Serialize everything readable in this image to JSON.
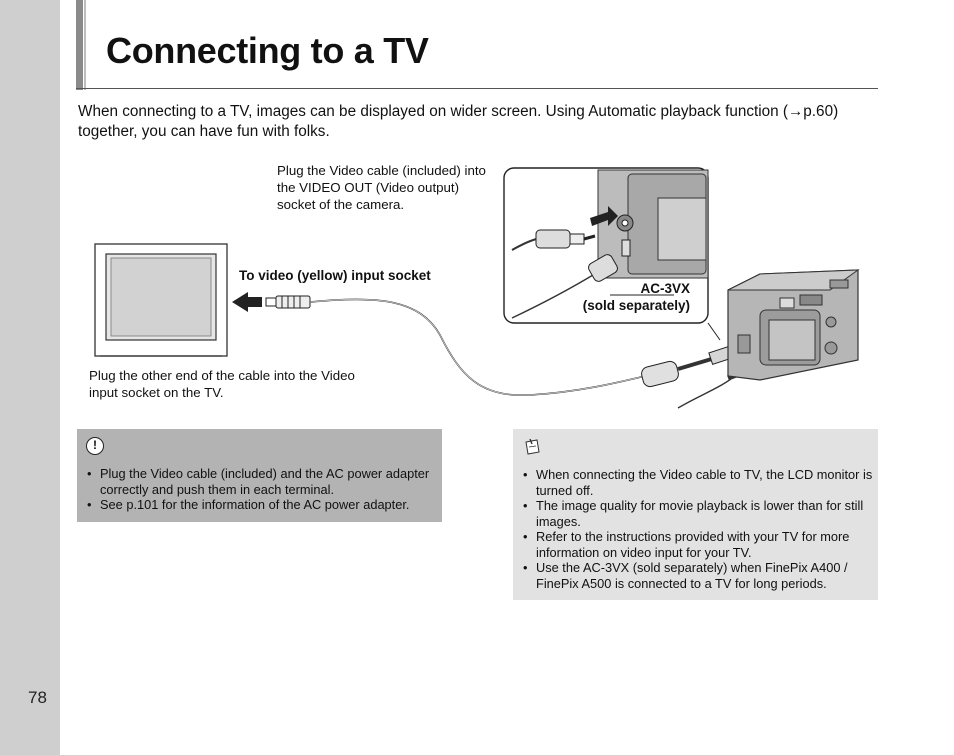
{
  "page": {
    "number": "78",
    "title": "Connecting to a TV"
  },
  "intro": "When connecting to a TV, images can be displayed on wider screen. Using Automatic playback function (→p.60) together, you can have fun with folks.",
  "diagram": {
    "camera_caption": "Plug the Video cable (included) into the VIDEO OUT (Video output) socket of the camera.",
    "socket_label": "To video (yellow) input socket",
    "ac_label_1": "AC-3VX",
    "ac_label_2": "(sold separately)",
    "tv_caption": "Plug the other end of the cable into the Video input socket on the TV."
  },
  "caution": {
    "icon": "exclamation-icon",
    "items": [
      "Plug the Video cable (included) and the AC power adapter correctly and push them in each terminal.",
      "See p.101 for the information of the AC power adapter."
    ]
  },
  "memo": {
    "icon": "memo-icon",
    "items": [
      "When connecting the Video cable to TV, the LCD monitor is turned off.",
      "The image quality for movie playback is lower than for still images.",
      "Refer to the instructions provided with your TV for more information on video input for your TV.",
      "Use the AC-3VX (sold separately) when FinePix A400 / FinePix A500 is connected to a TV for long periods."
    ]
  },
  "colors": {
    "sidebar": "#cfcfcf",
    "caution_bg": "#b3b3b3",
    "memo_bg": "#e2e2e2"
  }
}
